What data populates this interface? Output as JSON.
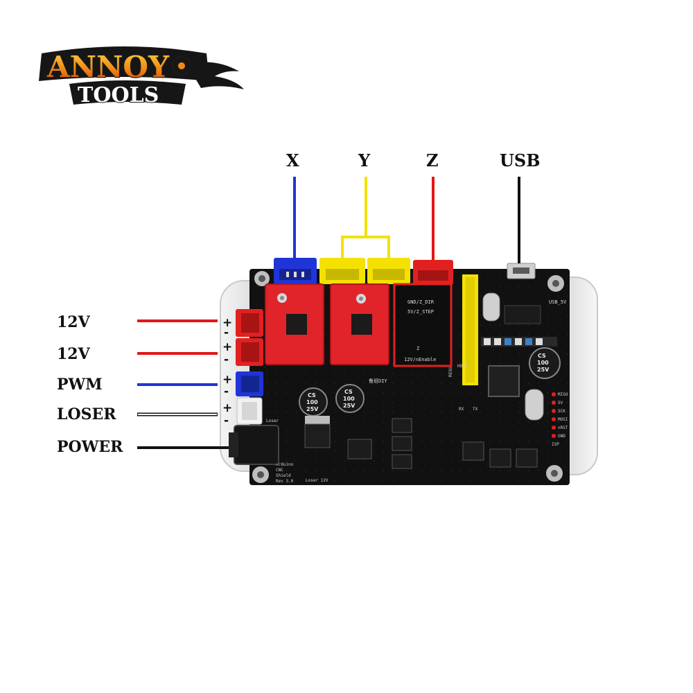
{
  "logo": {
    "line1": "ANNOY",
    "line2": "TOOLS"
  },
  "top_labels": {
    "x": {
      "text": "X",
      "color": "#1f35d8"
    },
    "y": {
      "text": "Y",
      "color": "#f2e200"
    },
    "z": {
      "text": "Z",
      "color": "#e01818"
    },
    "usb": {
      "text": "USB",
      "color": "#111111"
    }
  },
  "side_labels": [
    {
      "text": "12V",
      "color": "#e01818"
    },
    {
      "text": "12V",
      "color": "#e01818"
    },
    {
      "text": "PWM",
      "color": "#1f35d8"
    },
    {
      "text": "LOSER",
      "color": "#ffffff"
    },
    {
      "text": "POWER",
      "color": "#111111"
    }
  ],
  "polarity": {
    "plus": "+",
    "minus": "-"
  },
  "board": {
    "silk_gnd_dir": "GND/Z_DIR",
    "silk_step": "5V/Z_STEP",
    "silk_z": "Z",
    "silk_enable": "12V/nEnable",
    "silk_usb5v": "USB_5V",
    "silk_rx": "RX",
    "silk_tx": "TX",
    "silk_hold": "HOLD",
    "silk_resume": "RESU",
    "silk_brand": "鲁班DIY",
    "silk_loser": "Loser",
    "silk_loser12v": "Loser 12V",
    "silk_rev1": "Arduino",
    "silk_rev2": "CNC",
    "silk_rev3": "Shield",
    "silk_rev4": "Rev 3.0",
    "isp_pins": [
      "MISO",
      "5V",
      "SCK",
      "MOSI",
      "nRST",
      "GND",
      "ISP"
    ],
    "cap1": {
      "l1": "CS",
      "l2": "100",
      "l3": "25V"
    },
    "cap2": {
      "l1": "CS",
      "l2": "100",
      "l3": "25V"
    },
    "cap3": {
      "l1": "CS",
      "l2": "100",
      "l3": "25V"
    }
  }
}
